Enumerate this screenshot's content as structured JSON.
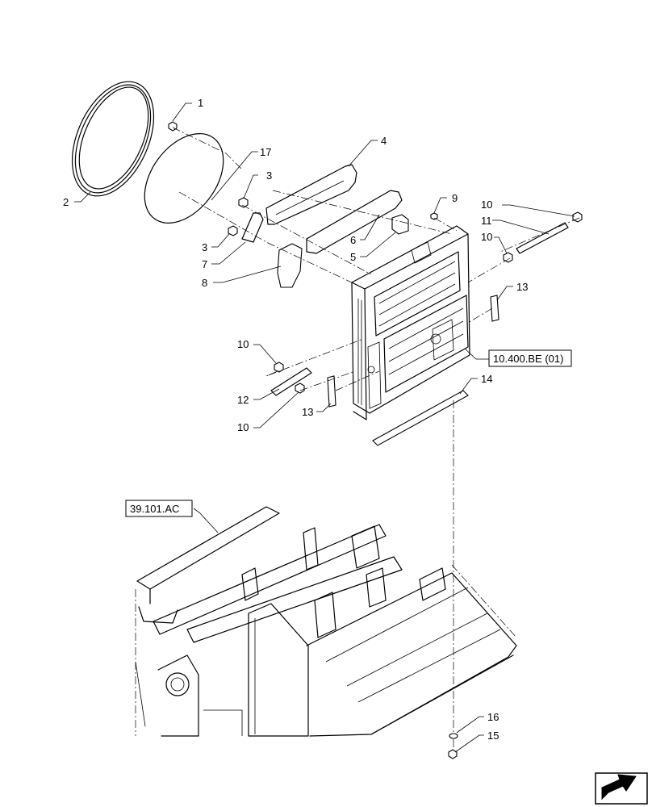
{
  "callouts": {
    "c1": "1",
    "c2": "2",
    "c3a": "3",
    "c3b": "3",
    "c4": "4",
    "c5": "5",
    "c6": "6",
    "c7": "7",
    "c8": "8",
    "c9": "9",
    "c10a": "10",
    "c10b": "10",
    "c10c": "10",
    "c10d": "10",
    "c11": "11",
    "c12": "12",
    "c13a": "13",
    "c13b": "13",
    "c14": "14",
    "c15": "15",
    "c16": "16",
    "c17": "17"
  },
  "references": {
    "cooling_ref": "10.400.BE (01)",
    "frame_ref": "39.101.AC"
  },
  "icons": {
    "nav": "next-page-arrow-icon"
  }
}
